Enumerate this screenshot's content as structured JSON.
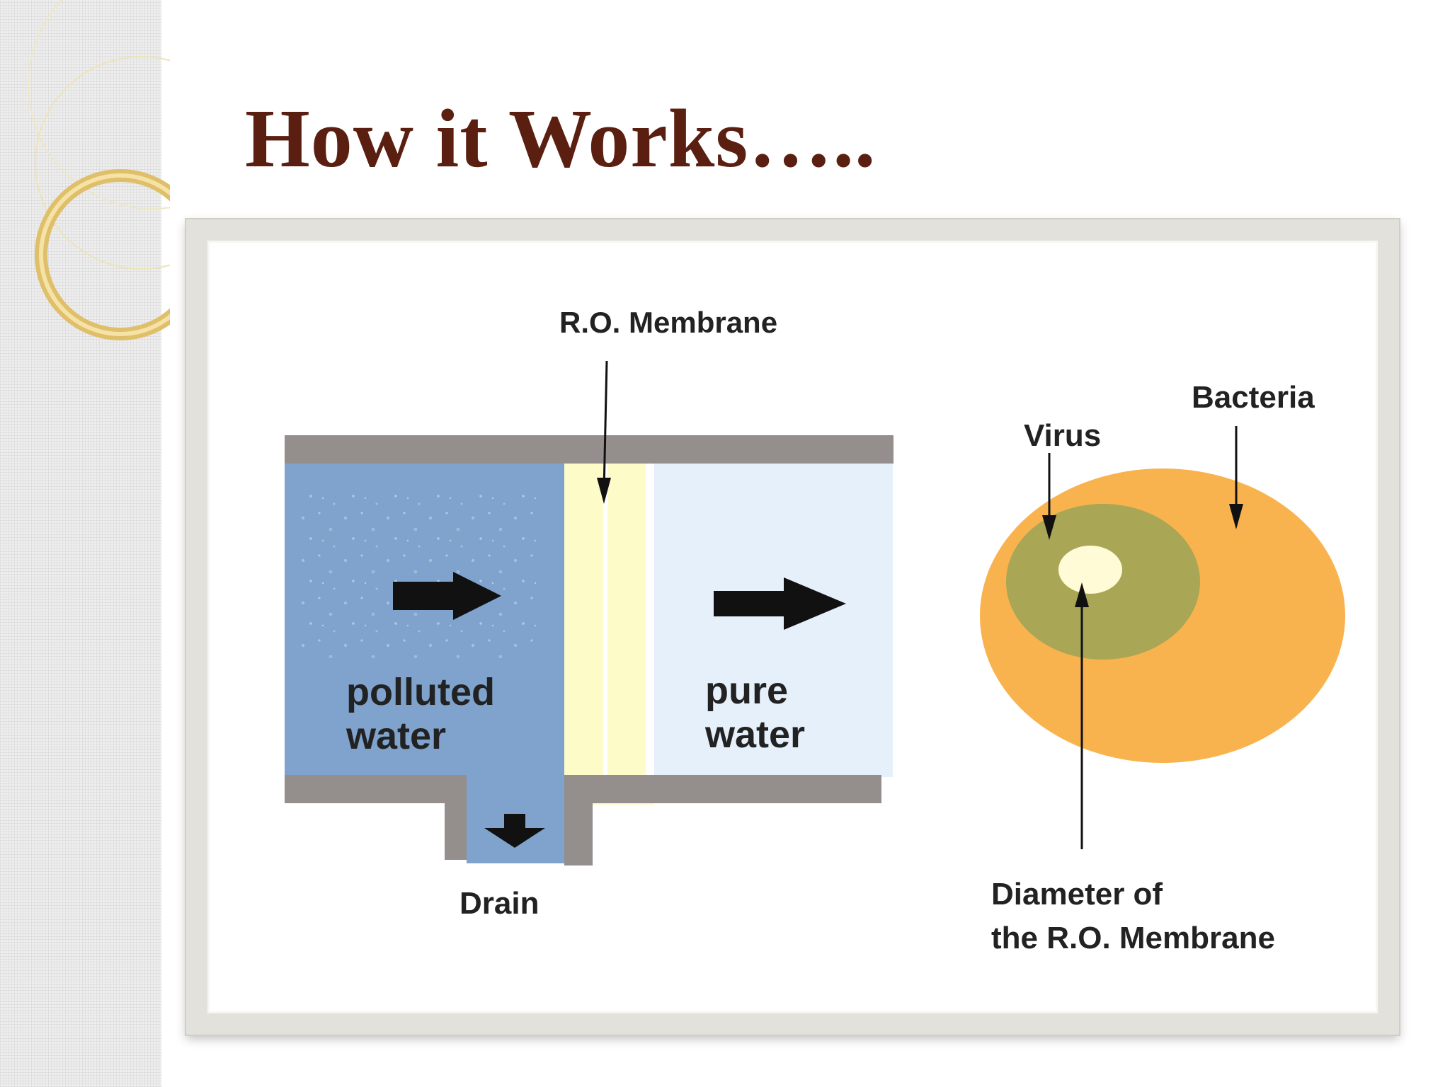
{
  "slide": {
    "title": "How it Works….."
  },
  "diagram": {
    "membrane_label": "R.O. Membrane",
    "polluted_label": [
      "polluted",
      "water"
    ],
    "pure_label": [
      "pure",
      "water"
    ],
    "drain_label": "Drain",
    "virus_label": "Virus",
    "bacteria_label": "Bacteria",
    "diameter_label": [
      "Diameter of",
      "the R.O. Membrane"
    ]
  },
  "colors": {
    "title": "#5a1f10",
    "polluted_water": "#7fa3cc",
    "pure_water": "#e6f0fb",
    "membrane": "#fdfbc8",
    "pipe_wall": "#948e8c",
    "bacteria": "#f8b34e",
    "virus": "#a9a655",
    "pore": "#fffbd6"
  }
}
